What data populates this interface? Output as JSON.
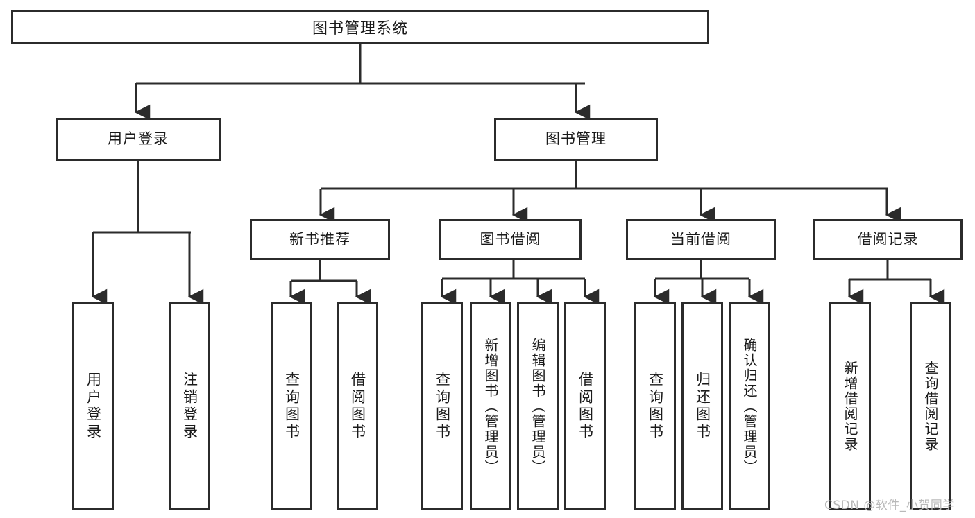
{
  "diagram": {
    "type": "tree-hierarchy",
    "title": "图书管理系统",
    "root": {
      "label": "图书管理系统"
    },
    "level2": [
      {
        "label": "用户登录"
      },
      {
        "label": "图书管理"
      }
    ],
    "level3": [
      {
        "label": "新书推荐"
      },
      {
        "label": "图书借阅"
      },
      {
        "label": "当前借阅"
      },
      {
        "label": "借阅记录"
      }
    ],
    "leaves": {
      "user_login": [
        {
          "label": "用户登录"
        },
        {
          "label": "注销登录"
        }
      ],
      "new_book_recommend": [
        {
          "label": "查询图书"
        },
        {
          "label": "借阅图书"
        }
      ],
      "book_borrow": [
        {
          "label": "查询图书"
        },
        {
          "label": "新增图书（管理员）"
        },
        {
          "label": "编辑图书（管理员）"
        },
        {
          "label": "借阅图书"
        }
      ],
      "current_borrow": [
        {
          "label": "查询图书"
        },
        {
          "label": "归还图书"
        },
        {
          "label": "确认归还（管理员）"
        }
      ],
      "borrow_record": [
        {
          "label": "新增借阅记录"
        },
        {
          "label": "查询借阅记录"
        }
      ]
    },
    "colors": {
      "stroke": "#2b2b2b",
      "fill": "#ffffff",
      "text": "#1a1a1a",
      "watermark": "#b9b9b9"
    }
  },
  "watermark": {
    "text": "CSDN @软件_小贺同学"
  }
}
